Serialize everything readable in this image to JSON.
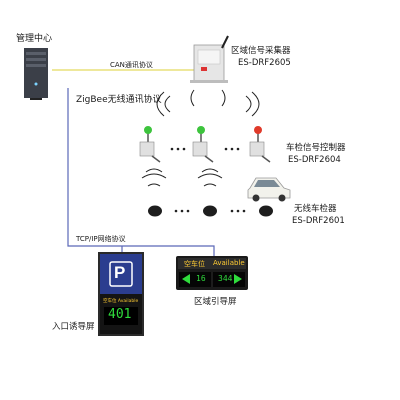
{
  "management": {
    "label": "管理中心"
  },
  "can_link": {
    "label": "CAN通讯协议"
  },
  "collector": {
    "name": "区域信号采集器",
    "model": "ES-DRF2605"
  },
  "zigbee": {
    "label": "ZigBee无线通讯协议"
  },
  "controller": {
    "name": "车检信号控制器",
    "model": "ES-DRF2604"
  },
  "detector": {
    "name": "无线车检器",
    "model": "ES-DRF2601"
  },
  "tcpip": {
    "label": "TCP/IP网络协议"
  },
  "area_screen": {
    "title_cn": "空车位",
    "title_en": "Available",
    "left_value": "16",
    "right_value": "344",
    "caption": "区域引导屏"
  },
  "entrance_screen": {
    "header": "空车位 Available",
    "value": "401",
    "caption": "入口诱导屏"
  },
  "colors": {
    "line_blue": "#5b68b8",
    "can_line": "#e8e07a",
    "led_green": "#3dc43d",
    "led_red": "#e03a2a",
    "sign_blue": "#2b3d8f"
  }
}
